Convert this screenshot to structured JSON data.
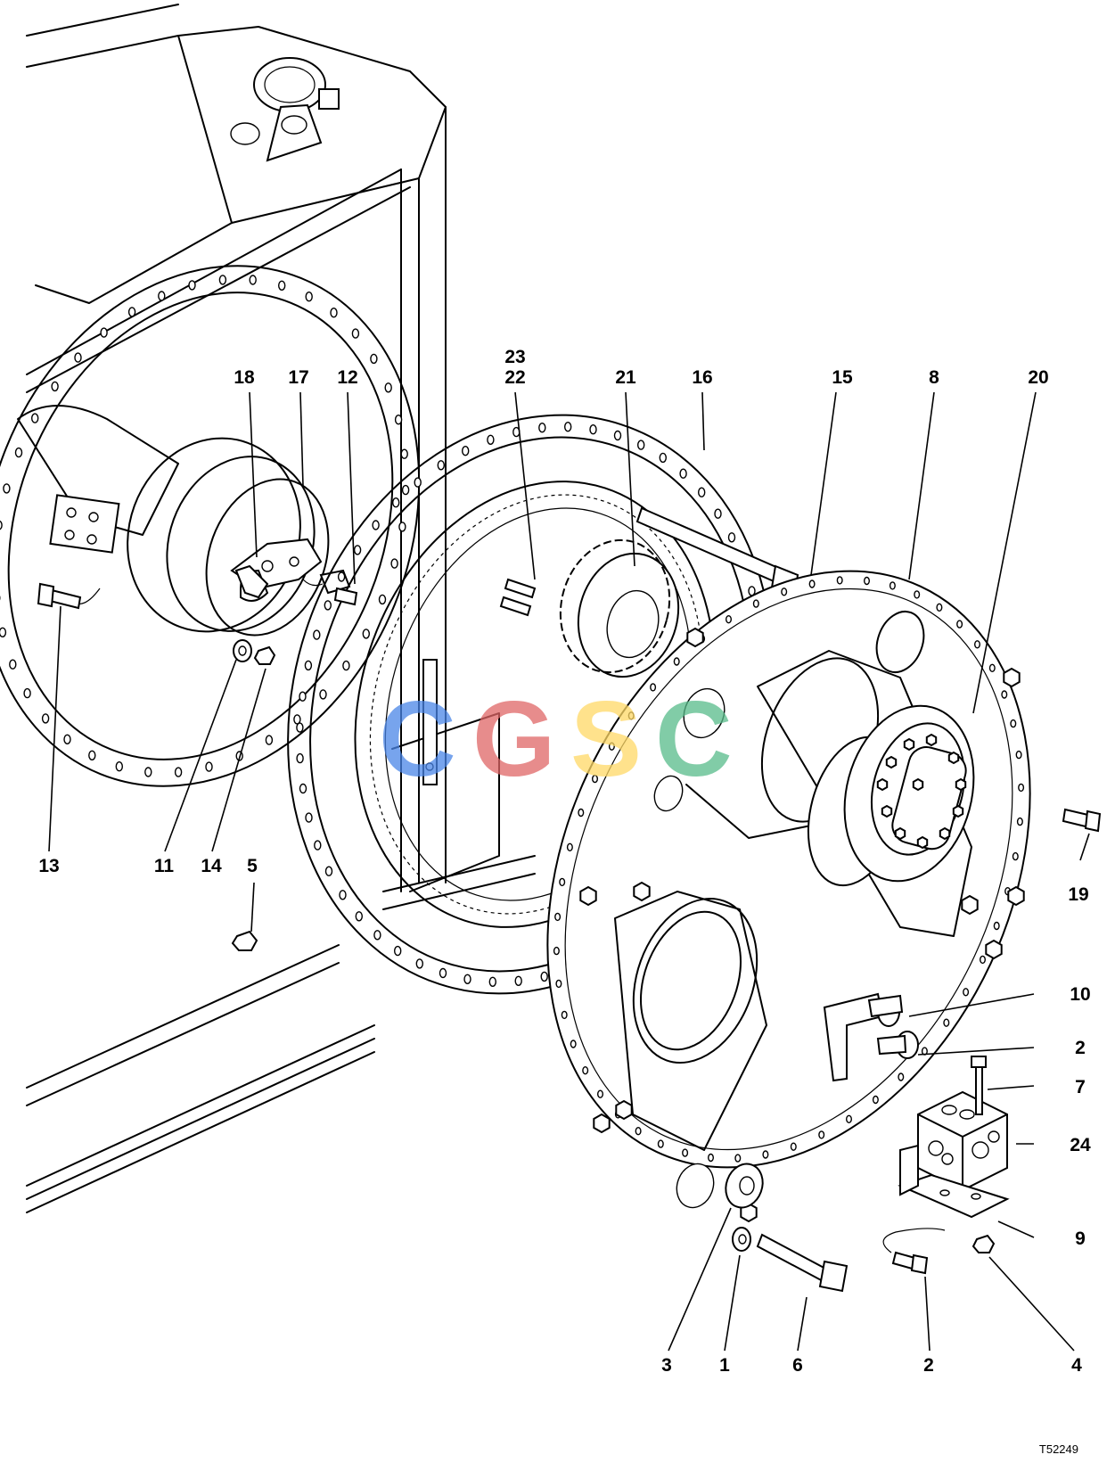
{
  "drawing": {
    "drawing_code": "T52249",
    "watermark": {
      "letters": [
        "C",
        "G",
        "S",
        "C"
      ],
      "colors": [
        "#4a86e8",
        "#e06666",
        "#ffd966",
        "#57bb8a"
      ]
    },
    "callouts": {
      "c23": "23",
      "c22": "22",
      "c21": "21",
      "c16": "16",
      "c15": "15",
      "c8": "8",
      "c20": "20",
      "c18": "18",
      "c17": "17",
      "c12": "12",
      "c13": "13",
      "c11": "11",
      "c14": "14",
      "c5": "5",
      "c19": "19",
      "c10": "10",
      "c2a": "2",
      "c7": "7",
      "c24": "24",
      "c9": "9",
      "c3": "3",
      "c1": "1",
      "c6": "6",
      "c2b": "2",
      "c4": "4"
    }
  }
}
